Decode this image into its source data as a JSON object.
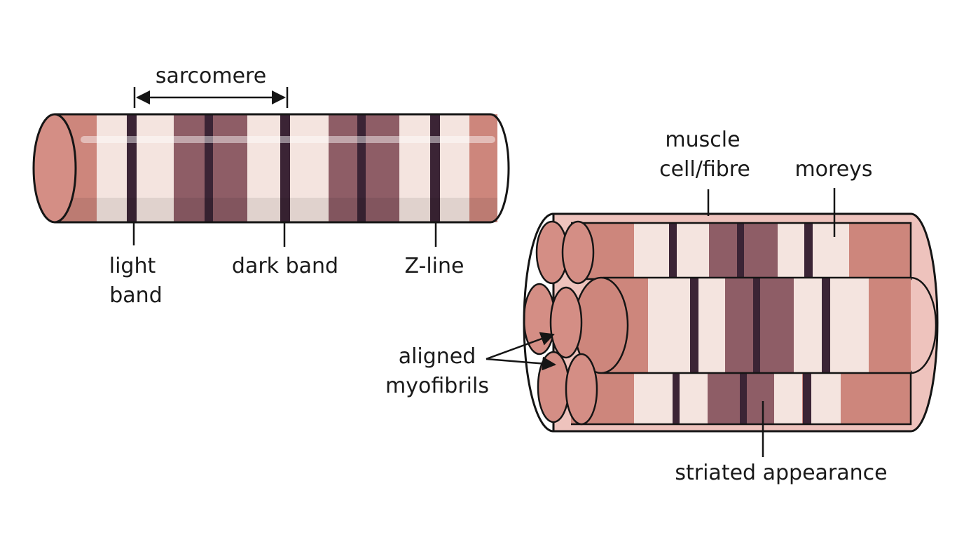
{
  "diagram": {
    "labels": {
      "sarcomere": "sarcomere",
      "light_band_1": "light",
      "light_band_2": "band",
      "dark_band": "dark band",
      "z_line": "Z-line",
      "muscle_cell_1": "muscle",
      "muscle_cell_2": "cell/fibre",
      "moreys": "moreys",
      "aligned_1": "aligned",
      "aligned_2": "myofibrils",
      "striated": "striated appearance"
    },
    "colors": {
      "outline": "#151515",
      "fibre": "#cd867c",
      "fibre_end": "#d48e85",
      "sheath": "#eec3bd",
      "sheath_end": "#e5aaa3",
      "light_band": "#f4e4df",
      "dark_band": "#8e5d66",
      "z_line": "#3b2435"
    }
  }
}
